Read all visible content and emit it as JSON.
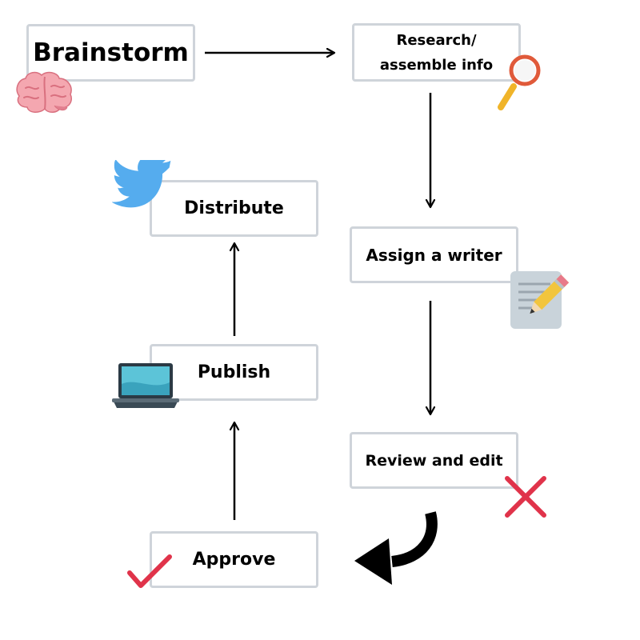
{
  "steps": {
    "brainstorm": "Brainstorm",
    "research_line1": "Research/",
    "research_line2": "assemble info",
    "assign": "Assign a writer",
    "review": "Review and edit",
    "approve": "Approve",
    "publish": "Publish",
    "distribute": "Distribute"
  },
  "icons": {
    "brainstorm": "brain-icon",
    "research": "magnifying-glass-icon",
    "assign": "pencil-document-icon",
    "review": "cross-mark-icon",
    "approve": "check-mark-icon",
    "publish": "laptop-icon",
    "distribute": "twitter-bird-icon"
  },
  "colors": {
    "box_border": "#cfd4da",
    "text": "#000000",
    "check_and_cross": "#e0334a",
    "twitter": "#55acee",
    "brain": "#f4a7b0",
    "magnifier_rim": "#e05a3a"
  }
}
